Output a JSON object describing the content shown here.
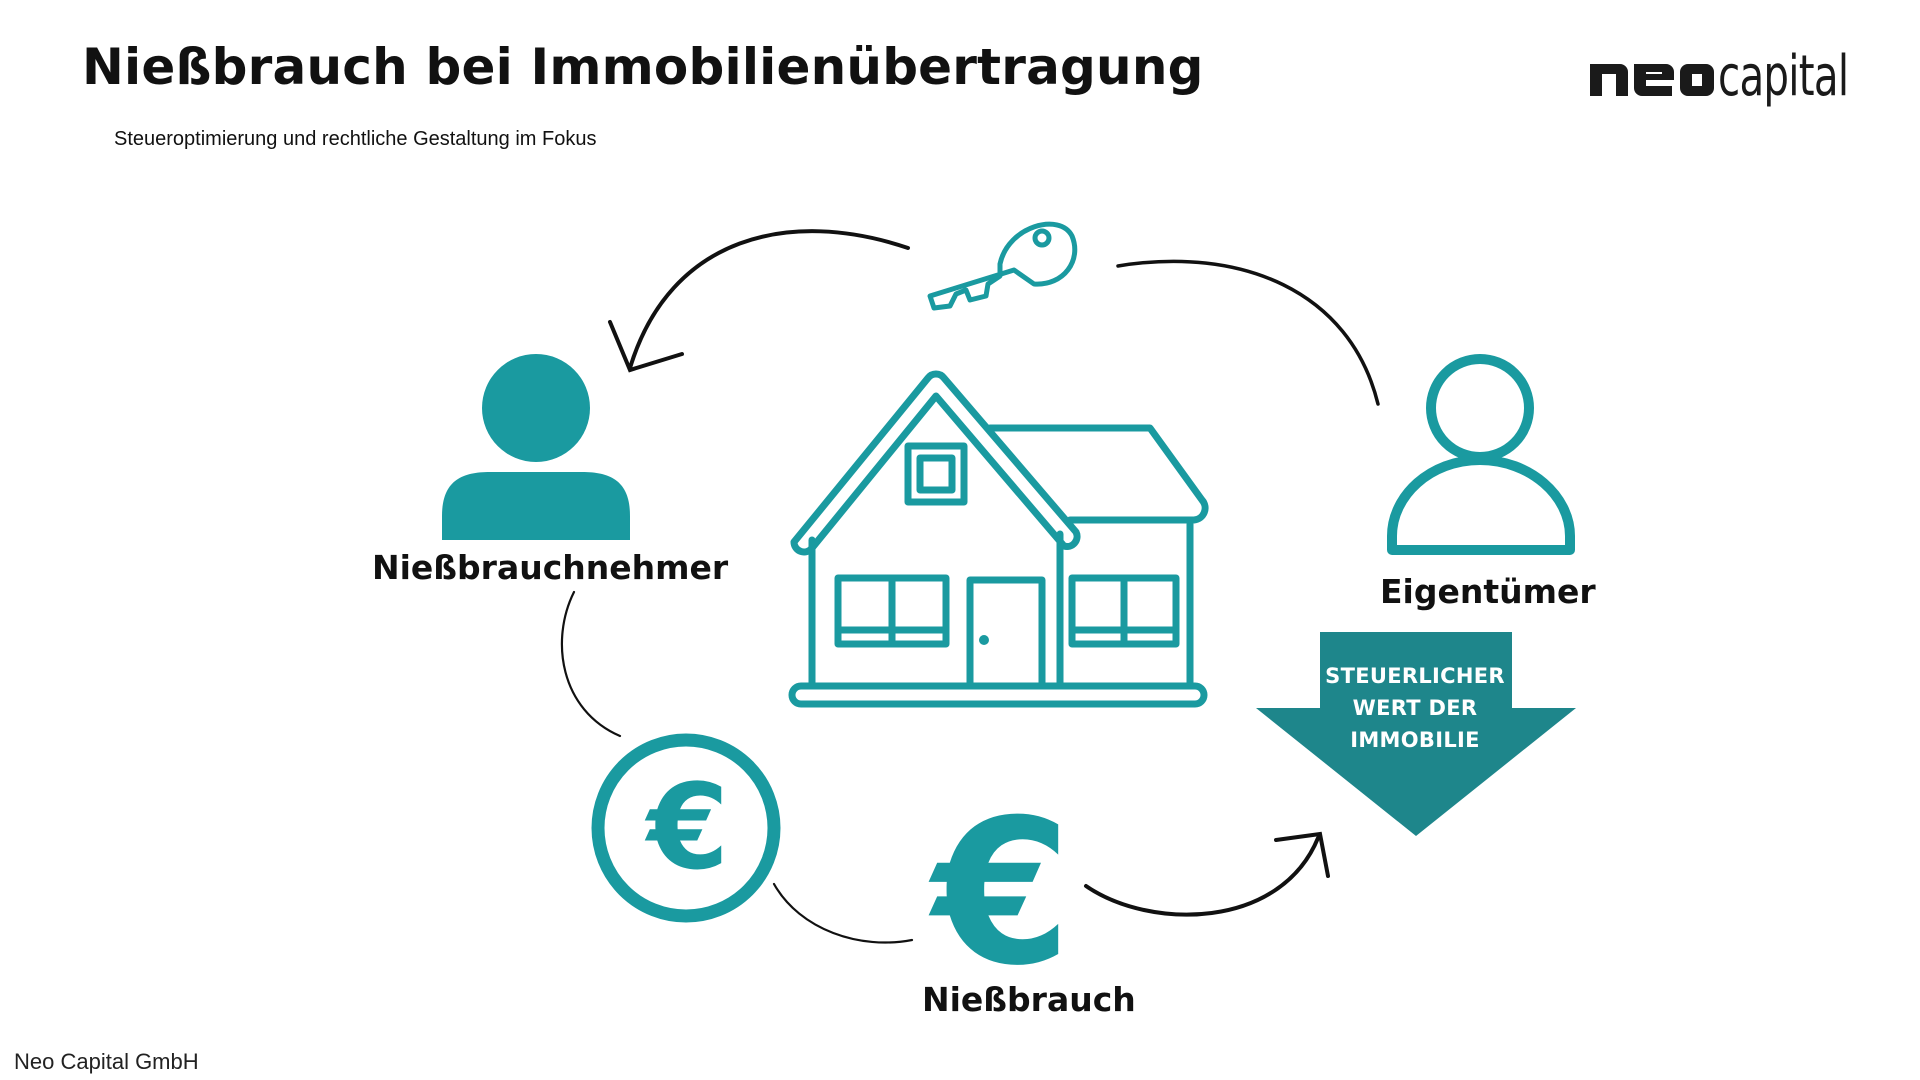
{
  "header": {
    "title": "Nießbrauch bei Immobilienübertragung",
    "subtitle": "Steueroptimierung und rechtliche Gestaltung im Fokus"
  },
  "logo": {
    "text_neo": "neo",
    "text_capital": "capital"
  },
  "diagram": {
    "label_left": "Nießbrauchnehmer",
    "label_right": "Eigentümer",
    "label_bottom": "Nießbrauch",
    "arrow_box_lines": [
      "STEUERLICHER",
      "WERT DER",
      "IMMOBILIE"
    ]
  },
  "footer": {
    "company": "Neo Capital GmbH"
  },
  "colors": {
    "teal": "#1a9aa0",
    "teal_dark": "#1e868b",
    "text": "#111111"
  },
  "icons": {
    "key": "key-icon",
    "house": "house-icon",
    "person_filled": "person-filled-icon",
    "person_outline": "person-outline-icon",
    "euro_circle": "euro-coin-icon",
    "euro": "euro-icon"
  }
}
